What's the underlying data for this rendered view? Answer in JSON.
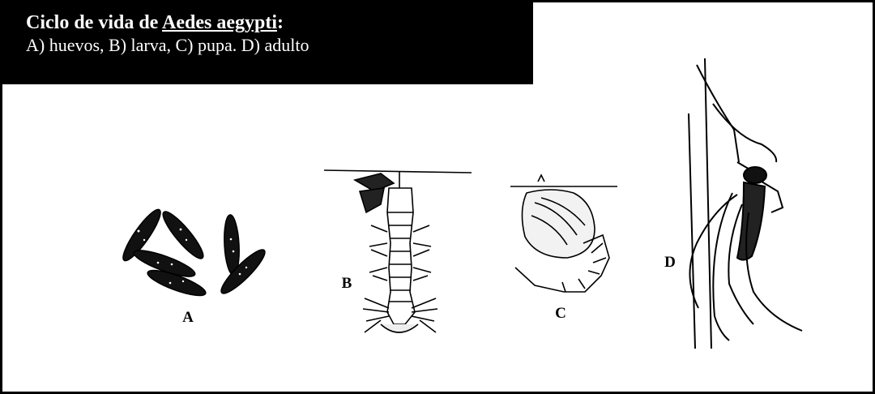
{
  "header": {
    "title_prefix": "Ciclo de vida de ",
    "title_species": "Aedes aegypti",
    "title_suffix": ":",
    "subtitle": "A) huevos, B) larva, C) pupa. D) adulto"
  },
  "panels": {
    "a_label": "A",
    "b_label": "B",
    "c_label": "C",
    "d_label": "D"
  }
}
